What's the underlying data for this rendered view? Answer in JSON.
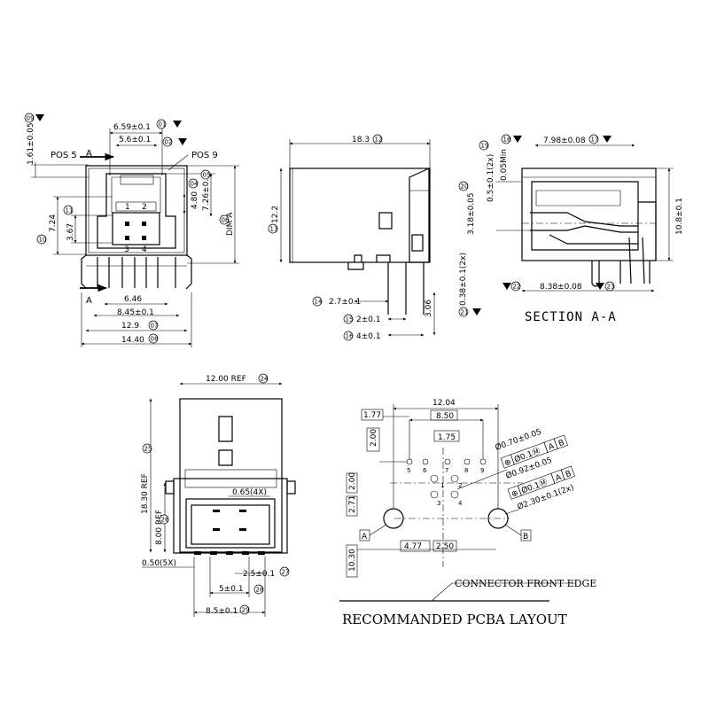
{
  "front_view": {
    "dims": {
      "d1": "1.61±0.05",
      "d2": "6.59±0.1",
      "d3": "5.6±0.1",
      "d4": "4.80",
      "d5": "7.26±0.1",
      "d6": "7.24",
      "d7": "3.67",
      "d8": "6.46",
      "d9": "8.45±0.1",
      "d10": "12.9",
      "d11": "14.40"
    },
    "bubbles": {
      "b9": "09",
      "b1": "01",
      "b2": "02",
      "b4": "04",
      "b5": "05",
      "b3": "03",
      "b11": "11",
      "b10": "10",
      "b7": "07",
      "b8": "08",
      "b6": "06"
    },
    "labels": {
      "pos5": "POS 5",
      "pos9": "POS 9",
      "sec_a_top": "A",
      "sec_a_bottom": "A",
      "dim_a": "DIM A",
      "pin3": "3",
      "pin4": "4",
      "pin1": "1",
      "pin2": "2"
    }
  },
  "side_view": {
    "dims": {
      "d18": "18.3",
      "d122": "12.2",
      "d27": "2.7±0.1",
      "d2": "2±0.1",
      "d4": "4±0.1",
      "d306": "3.06"
    },
    "bubbles": {
      "b12": "12",
      "b13": "13",
      "b14": "14",
      "b15": "15",
      "b16": "16"
    }
  },
  "section_view": {
    "dims": {
      "d798": "7.98±0.08",
      "d005": "0.05Min",
      "d05": "0.5±0.1(2x)",
      "d318": "3.18±0.05",
      "d038": "0.38±0.1(2x)",
      "d838": "8.38±0.08",
      "d108": "10.8±0.1"
    },
    "bubbles": {
      "b18": "18",
      "b17": "17",
      "b19": "19",
      "b20": "20",
      "b21": "21",
      "b22": "22",
      "b23": "23"
    },
    "title": "SECTION A-A"
  },
  "bottom_view": {
    "dims": {
      "d12": "12.00 REF",
      "d183": "18.30 REF",
      "d80": "8.00 REF",
      "d065": "0.65(4X)",
      "d050": "0.50(5X)",
      "d25": "2.5±0.1",
      "d5": "5±0.1",
      "d85": "8.5±0.1"
    },
    "bubbles": {
      "b24": "24",
      "b25": "25",
      "b26": "26",
      "b27": "27",
      "b28": "28",
      "b29": "29"
    }
  },
  "pcb_layout": {
    "dims": {
      "d1204": "12.04",
      "d177": "1.77",
      "d850": "8.50",
      "d200": "2.00",
      "d175": "1.75",
      "d200b": "2.00",
      "d271": "2.71",
      "d477": "4.77",
      "d250": "2.50",
      "d1030": "10.30"
    },
    "tolerances": {
      "hole1": "Ø0.70±0.05",
      "hole2": "Ø0.92±0.05",
      "hole3": "Ø2.30±0.1(2x)",
      "fcf1": [
        "⊕",
        "Ø0.1Ⓜ",
        "A",
        "B"
      ],
      "fcf2": [
        "⊕",
        "Ø0.1Ⓜ",
        "A",
        "B"
      ]
    },
    "pins": [
      "5",
      "6",
      "7",
      "8",
      "9",
      "1",
      "2",
      "3",
      "4"
    ],
    "datums": {
      "a": "A",
      "b": "B"
    },
    "edge_label": "CONNECTOR FRONT EDGE",
    "title": "RECOMMANDED PCBA LAYOUT"
  }
}
